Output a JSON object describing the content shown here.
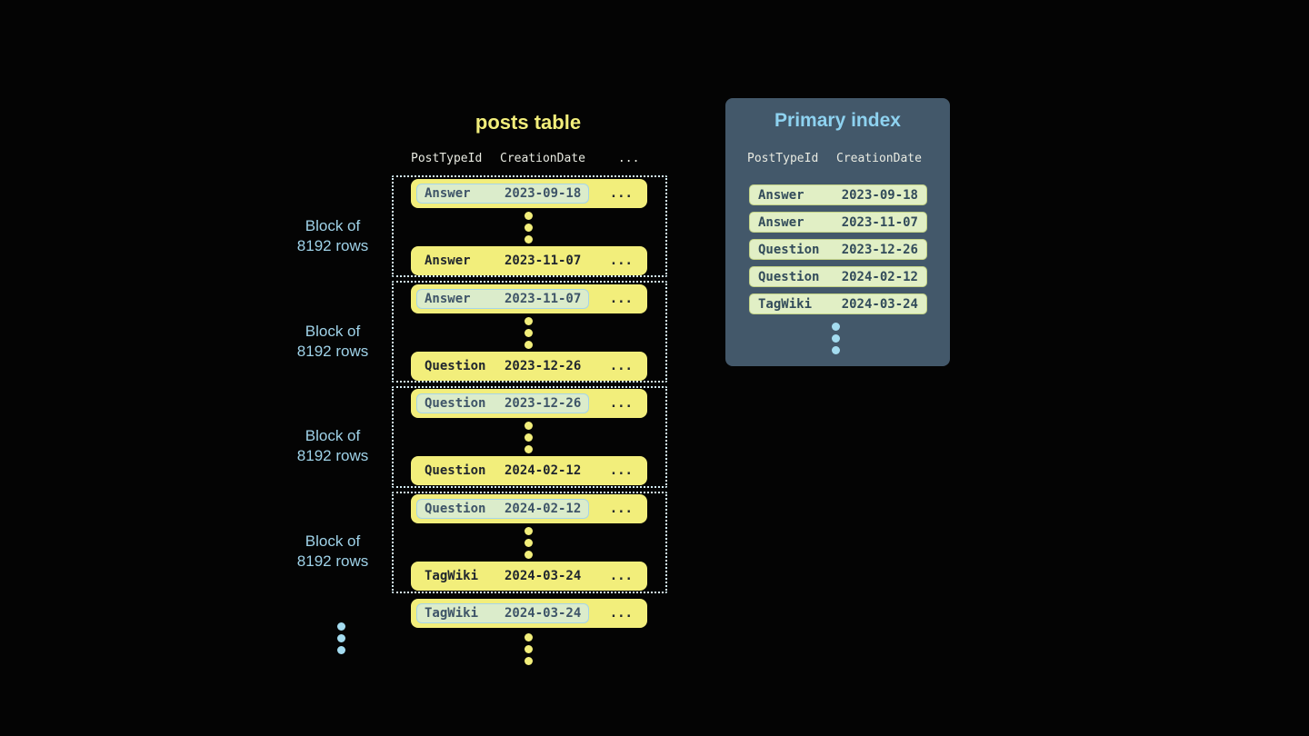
{
  "colors": {
    "background": "#040404",
    "row_yellow": "#f2ee7b",
    "row_text_dark": "#20262e",
    "highlight_bg": "#dbeccb",
    "highlight_border": "#a6d5e8",
    "highlight_text": "#3e5468",
    "block_dotted_border": "#d4ecf4",
    "block_label_blue": "#9fd2e8",
    "panel_bg": "#43586a",
    "panel_title_blue": "#8ed2f0",
    "header_text": "#e9ebe2",
    "index_row_bg": "#e1efc5",
    "index_row_border": "#c3d388",
    "index_row_text": "#324b5a",
    "dot_blue": "#a4dcf0"
  },
  "posts_table": {
    "title": "posts table",
    "columns": [
      "PostTypeId",
      "CreationDate"
    ],
    "ellipsis": "...",
    "block_label": {
      "line1": "Block of",
      "line2": "8192 rows"
    },
    "blocks": [
      {
        "first": {
          "type": "Answer",
          "date": "2023-09-18"
        },
        "last": {
          "type": "Answer",
          "date": "2023-11-07"
        }
      },
      {
        "first": {
          "type": "Answer",
          "date": "2023-11-07"
        },
        "last": {
          "type": "Question",
          "date": "2023-12-26"
        }
      },
      {
        "first": {
          "type": "Question",
          "date": "2023-12-26"
        },
        "last": {
          "type": "Question",
          "date": "2024-02-12"
        }
      },
      {
        "first": {
          "type": "Question",
          "date": "2024-02-12"
        },
        "last": {
          "type": "TagWiki",
          "date": "2024-03-24"
        }
      }
    ],
    "overflow_row": {
      "type": "TagWiki",
      "date": "2024-03-24"
    }
  },
  "primary_index": {
    "title": "Primary index",
    "columns": [
      "PostTypeId",
      "CreationDate"
    ],
    "rows": [
      {
        "type": "Answer",
        "date": "2023-09-18"
      },
      {
        "type": "Answer",
        "date": "2023-11-07"
      },
      {
        "type": "Question",
        "date": "2023-12-26"
      },
      {
        "type": "Question",
        "date": "2024-02-12"
      },
      {
        "type": "TagWiki",
        "date": "2024-03-24"
      }
    ]
  }
}
